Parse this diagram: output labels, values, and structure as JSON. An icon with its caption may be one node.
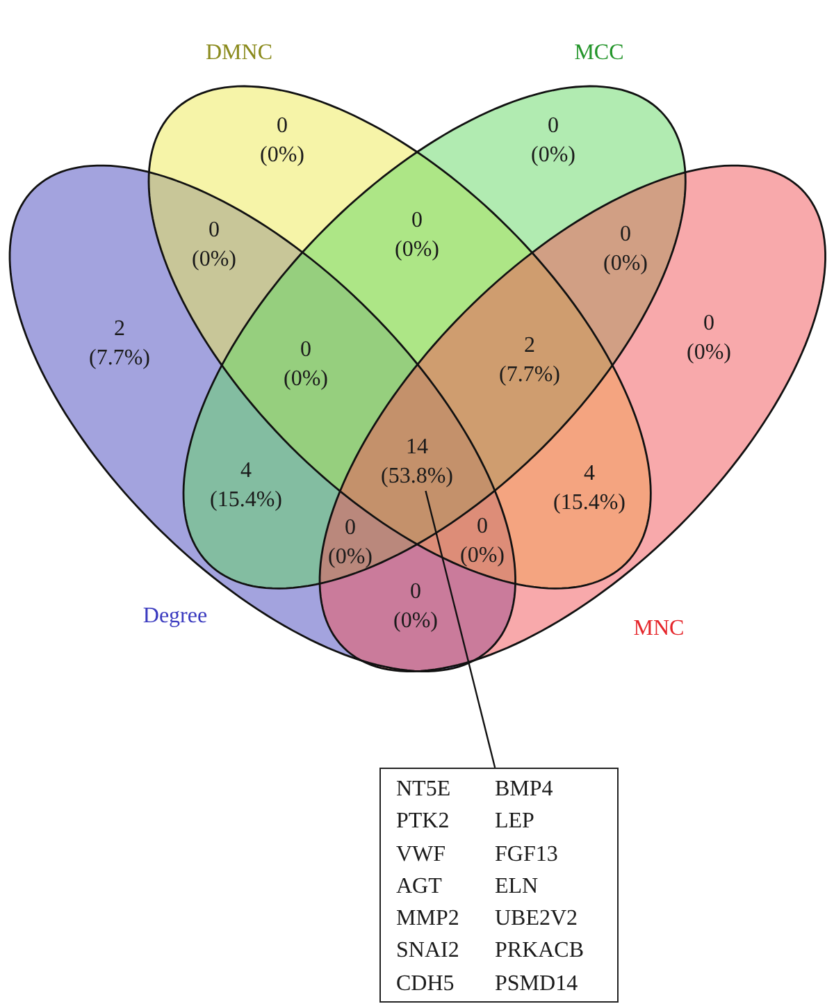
{
  "diagram": {
    "nodes": [
      {
        "text": [
          "DMNC"
        ]
      },
      {
        "text": [
          "MCC"
        ]
      },
      {
        "text": [
          "Degree"
        ]
      },
      {
        "text": [
          "MNC"
        ]
      },
      {
        "text": [
          "14 (53.8%)"
        ]
      },
      {
        "text": [
          "NT5E",
          "BMP4",
          "PTK2",
          "LEP",
          "VWF",
          "FGF13",
          "AGT",
          "ELN",
          "MMP2",
          "UBE2V2",
          "SNAI2",
          "PRKACB",
          "CDH5",
          "PSMD14"
        ]
      }
    ],
    "edges": [
      {
        "from": 5,
        "to": 4,
        "arrow": "none"
      }
    ],
    "labels": [
      "0 (0%)",
      "0 (0%)",
      "0 (0%)",
      "0 (0%)",
      "0 (0%)",
      "2 (7.7%)",
      "0 (0%)",
      "2 (7.7%)",
      "0 (0%)",
      "4 (15.4%)",
      "4 (15.4%)",
      "0 (0%)",
      "0 (0%)",
      "0 (0%)"
    ]
  }
}
